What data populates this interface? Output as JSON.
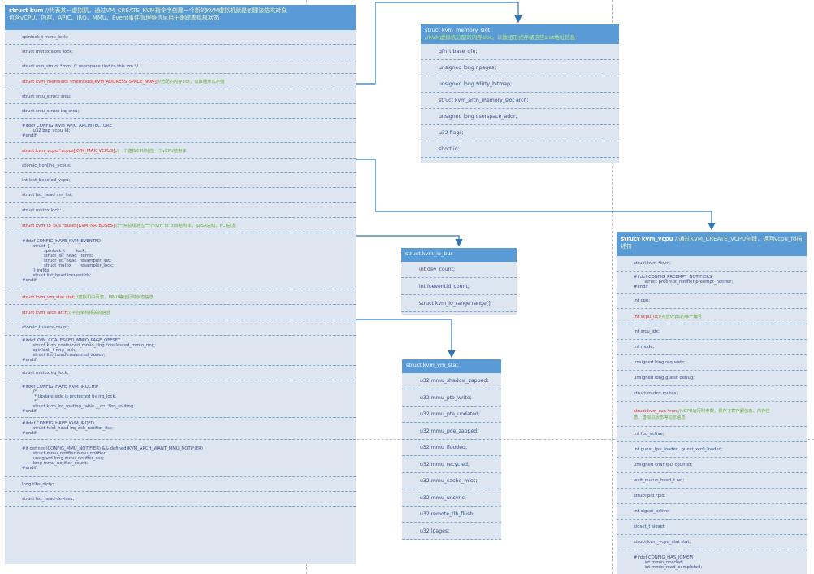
{
  "kvm": {
    "title": "struct kvm",
    "title_comment": "//代表某一虚拟机，通过VM_CREATE_KVM指令字创建一个新的KVM虚拟机就是创建该结构对象",
    "title_comment2": "包含vCPU、内存、APIC、IRQ、MMU、Event事件管理等信息用于跟踪虚拟机状态",
    "rows": [
      {
        "text": "spinlock_t mmu_lock;"
      },
      {
        "text": "struct mutex slots_lock;"
      },
      {
        "text": "struct mm_struct *mm; /* userspace tied to this vm */"
      },
      {
        "text": "struct kvm_memslots *memslots[KVM_ADDRESS_SPACE_NUM];",
        "comment": "//分配的内存slot，以数组形式存储",
        "red": true
      },
      {
        "text": "struct srcu_struct srcu;"
      },
      {
        "text": "struct srcu_struct irq_srcu;"
      },
      {
        "text": "#ifdef CONFIG_KVM_APIC_ARCHITECTURE\n        u32 bsp_vcpu_id;\n#endif"
      },
      {
        "text": "struct kvm_vcpu *vcpus[KVM_MAX_VCPUS];",
        "comment": "//一个虚拟CPU对应一个vCPU结构体",
        "red": true
      },
      {
        "text": "atomic_t online_vcpus;"
      },
      {
        "text": "int last_boosted_vcpu;"
      },
      {
        "text": "struct list_head vm_list;"
      },
      {
        "text": "struct mutex lock;"
      },
      {
        "text": "struct kvm_io_bus *buses[KVM_NR_BUSES];",
        "comment": "//一条总线对应一个kvm_io_bus结构体，如ISA总线、PCI总线",
        "red": true
      },
      {
        "text": "#ifdef CONFIG_HAVE_KVM_EVENTFD\n        struct {\n                spinlock_t        lock;\n                struct list_head  items;\n                struct list_head  resampler_list;\n                struct mutex      resampler_lock;\n        } irqfds;\n        struct list_head ioeventfds;\n#endif"
      },
      {
        "text": "struct kvm_vm_stat stat;",
        "comment": "//虚拟机中页表、MMU等运行时状态信息",
        "red": true
      },
      {
        "text": "struct kvm_arch arch;",
        "comment": "//平台架构相关的信息",
        "red": true
      },
      {
        "text": "atomic_t users_count;"
      },
      {
        "text": "#ifdef KVM_COALESCED_MMIO_PAGE_OFFSET\n        struct kvm_coalesced_mmio_ring *coalesced_mmio_ring;\n        spinlock_t ring_lock;\n        struct list_head coalesced_zones;\n#endif"
      },
      {
        "text": "struct mutex irq_lock;"
      },
      {
        "text": "#ifdef CONFIG_HAVE_KVM_IRQCHIP\n        /*\n         * Update side is protected by irq_lock.\n         */\n        struct kvm_irq_routing_table __rcu *irq_routing;\n#endif"
      },
      {
        "text": "#ifdef CONFIG_HAVE_KVM_IRQFD\n        struct hlist_head irq_ack_notifier_list;\n#endif"
      },
      {
        "text": "#if defined(CONFIG_MMU_NOTIFIER) && defined(KVM_ARCH_WANT_MMU_NOTIFIER)\n        struct mmu_notifier mmu_notifier;\n        unsigned long mmu_notifier_seq;\n        long mmu_notifier_count;\n#endif"
      },
      {
        "text": "long tlbs_dirty;"
      },
      {
        "text": "struct list_head devices;"
      }
    ]
  },
  "memslot": {
    "title": "struct kvm_memory_slot",
    "title_comment": "//KVM虚拟机分配的内存slot，以数组形式存储这些slot地址信息",
    "rows": [
      {
        "text": "gfn_t base_gfn;"
      },
      {
        "text": "unsigned long npages;"
      },
      {
        "text": "unsigned long *dirty_bitmap;"
      },
      {
        "text": "struct kvm_arch_memory_slot arch;"
      },
      {
        "text": "unsigned long userspace_addr;"
      },
      {
        "text": "u32 flags;"
      },
      {
        "text": "short id;"
      }
    ]
  },
  "iobus": {
    "title": "struct kvm_io_bus",
    "rows": [
      {
        "text": "int dev_count;"
      },
      {
        "text": "int ioeventfd_count;"
      },
      {
        "text": "struct kvm_io_range range[];"
      }
    ]
  },
  "vmstat": {
    "title": "struct kvm_vm_stat",
    "rows": [
      {
        "text": "u32 mmu_shadow_zapped;"
      },
      {
        "text": "u32 mmu_pte_write;"
      },
      {
        "text": "u32 mmu_pte_updated;"
      },
      {
        "text": "u32 mmu_pde_zapped;"
      },
      {
        "text": "u32 mmu_flooded;"
      },
      {
        "text": "u32 mmu_recycled;"
      },
      {
        "text": "u32 mmu_cache_miss;"
      },
      {
        "text": "u32 mmu_unsync;"
      },
      {
        "text": "u32 remote_tlb_flush;"
      },
      {
        "text": "u32 lpages;"
      }
    ]
  },
  "vcpu": {
    "title": "struct kvm_vcpu",
    "title_comment": "//通过KVM_CREATE_VCPU创建，返回vcpu_fd描述符",
    "rows": [
      {
        "text": "struct kvm *kvm;"
      },
      {
        "text": "#ifdef CONFIG_PREEMPT_NOTIFIERS\n        struct preempt_notifier preempt_notifier;\n#endif"
      },
      {
        "text": "int cpu;"
      },
      {
        "text": "int vcpu_id;",
        "comment": "//对应vcpu的唯一编号",
        "red": true
      },
      {
        "text": "int srcu_idx;"
      },
      {
        "text": "int mode;"
      },
      {
        "text": "unsigned long requests;"
      },
      {
        "text": "unsigned long guest_debug;"
      },
      {
        "text": "struct mutex mutex;"
      },
      {
        "text": "struct kvm_run *run;",
        "comment": "//vCPU运行时参数，保存了寄存器信息、内存信\n息、虚拟机状态等动态信息",
        "red": true
      },
      {
        "text": "int fpu_active;"
      },
      {
        "text": "int guest_fpu_loaded, guest_xcr0_loaded;"
      },
      {
        "text": "unsigned char fpu_counter;"
      },
      {
        "text": "wait_queue_head_t wq;"
      },
      {
        "text": "struct pid *pid;"
      },
      {
        "text": "int sigset_active;"
      },
      {
        "text": "sigset_t sigset;"
      },
      {
        "text": "struct kvm_vcpu_stat stat;"
      },
      {
        "text": "#ifdef CONFIG_HAS_IOMEM\n        int mmio_needed;\n        int mmio_read_completed;"
      }
    ]
  },
  "colors": {
    "header": "#5b9bd5",
    "body": "#dde6f0",
    "field": "#3a4a8c",
    "highlight": "#e0281e",
    "comment": "#6aaa3a",
    "arrow": "#2e75b6"
  }
}
